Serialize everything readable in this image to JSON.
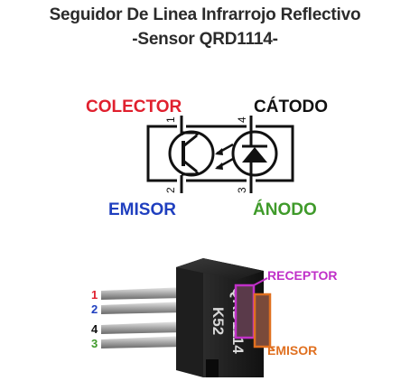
{
  "title": {
    "line1": "Seguidor De Linea Infrarrojo Reflectivo",
    "line2": "-Sensor QRD1114-"
  },
  "schematic": {
    "colector": "COLECTOR",
    "catodo": "CÁTODO",
    "emisor": "EMISOR",
    "anodo": "ÁNODO",
    "pin1": "1",
    "pin2": "2",
    "pin3": "3",
    "pin4": "4",
    "colors": {
      "colector": "#e0202e",
      "catodo": "#111111",
      "emisor": "#1f3fbf",
      "anodo": "#3f9a2a"
    }
  },
  "component": {
    "face_line1": "QRD1114",
    "face_line2": "K52",
    "pins": [
      "1",
      "2",
      "4",
      "3"
    ],
    "pin_colors": [
      "#e0202e",
      "#1f3fbf",
      "#111111",
      "#3f9a2a"
    ],
    "receptor_label": "RECEPTOR",
    "emisor_label": "EMISOR",
    "receptor_color": "#c030c8",
    "emisor_color": "#e07020"
  }
}
